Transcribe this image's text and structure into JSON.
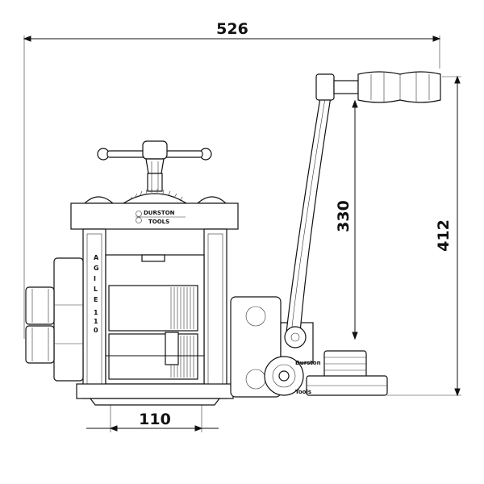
{
  "dimensions": {
    "overall_width": "526",
    "handle_height": "330",
    "overall_height": "412",
    "base_width": "110"
  },
  "labels": {
    "brand_line1": "DURSTON",
    "brand_line2": "TOOLS",
    "column_text": "AGILE 110",
    "roller_brand_1": "Durston",
    "roller_brand_2": "Tools"
  }
}
